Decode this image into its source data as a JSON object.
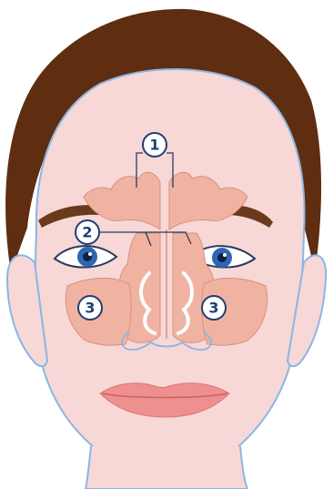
{
  "labels": {
    "frontal_sinus": "1",
    "ethmoid_sinus": "2",
    "maxillary_sinus_left": "3",
    "maxillary_sinus_right": "3"
  },
  "colors": {
    "hair": "#5f2d10",
    "skin": "#f7d8d7",
    "outline": "#8ab6e3",
    "sinus": "#f0b3a2",
    "sinus_stroke": "#d99080",
    "brows": "#6a3a1c",
    "iris": "#2f66b3",
    "lips": "#ef8f8f",
    "label_bg": "#ffffff",
    "label_text": "#1f3f76"
  }
}
